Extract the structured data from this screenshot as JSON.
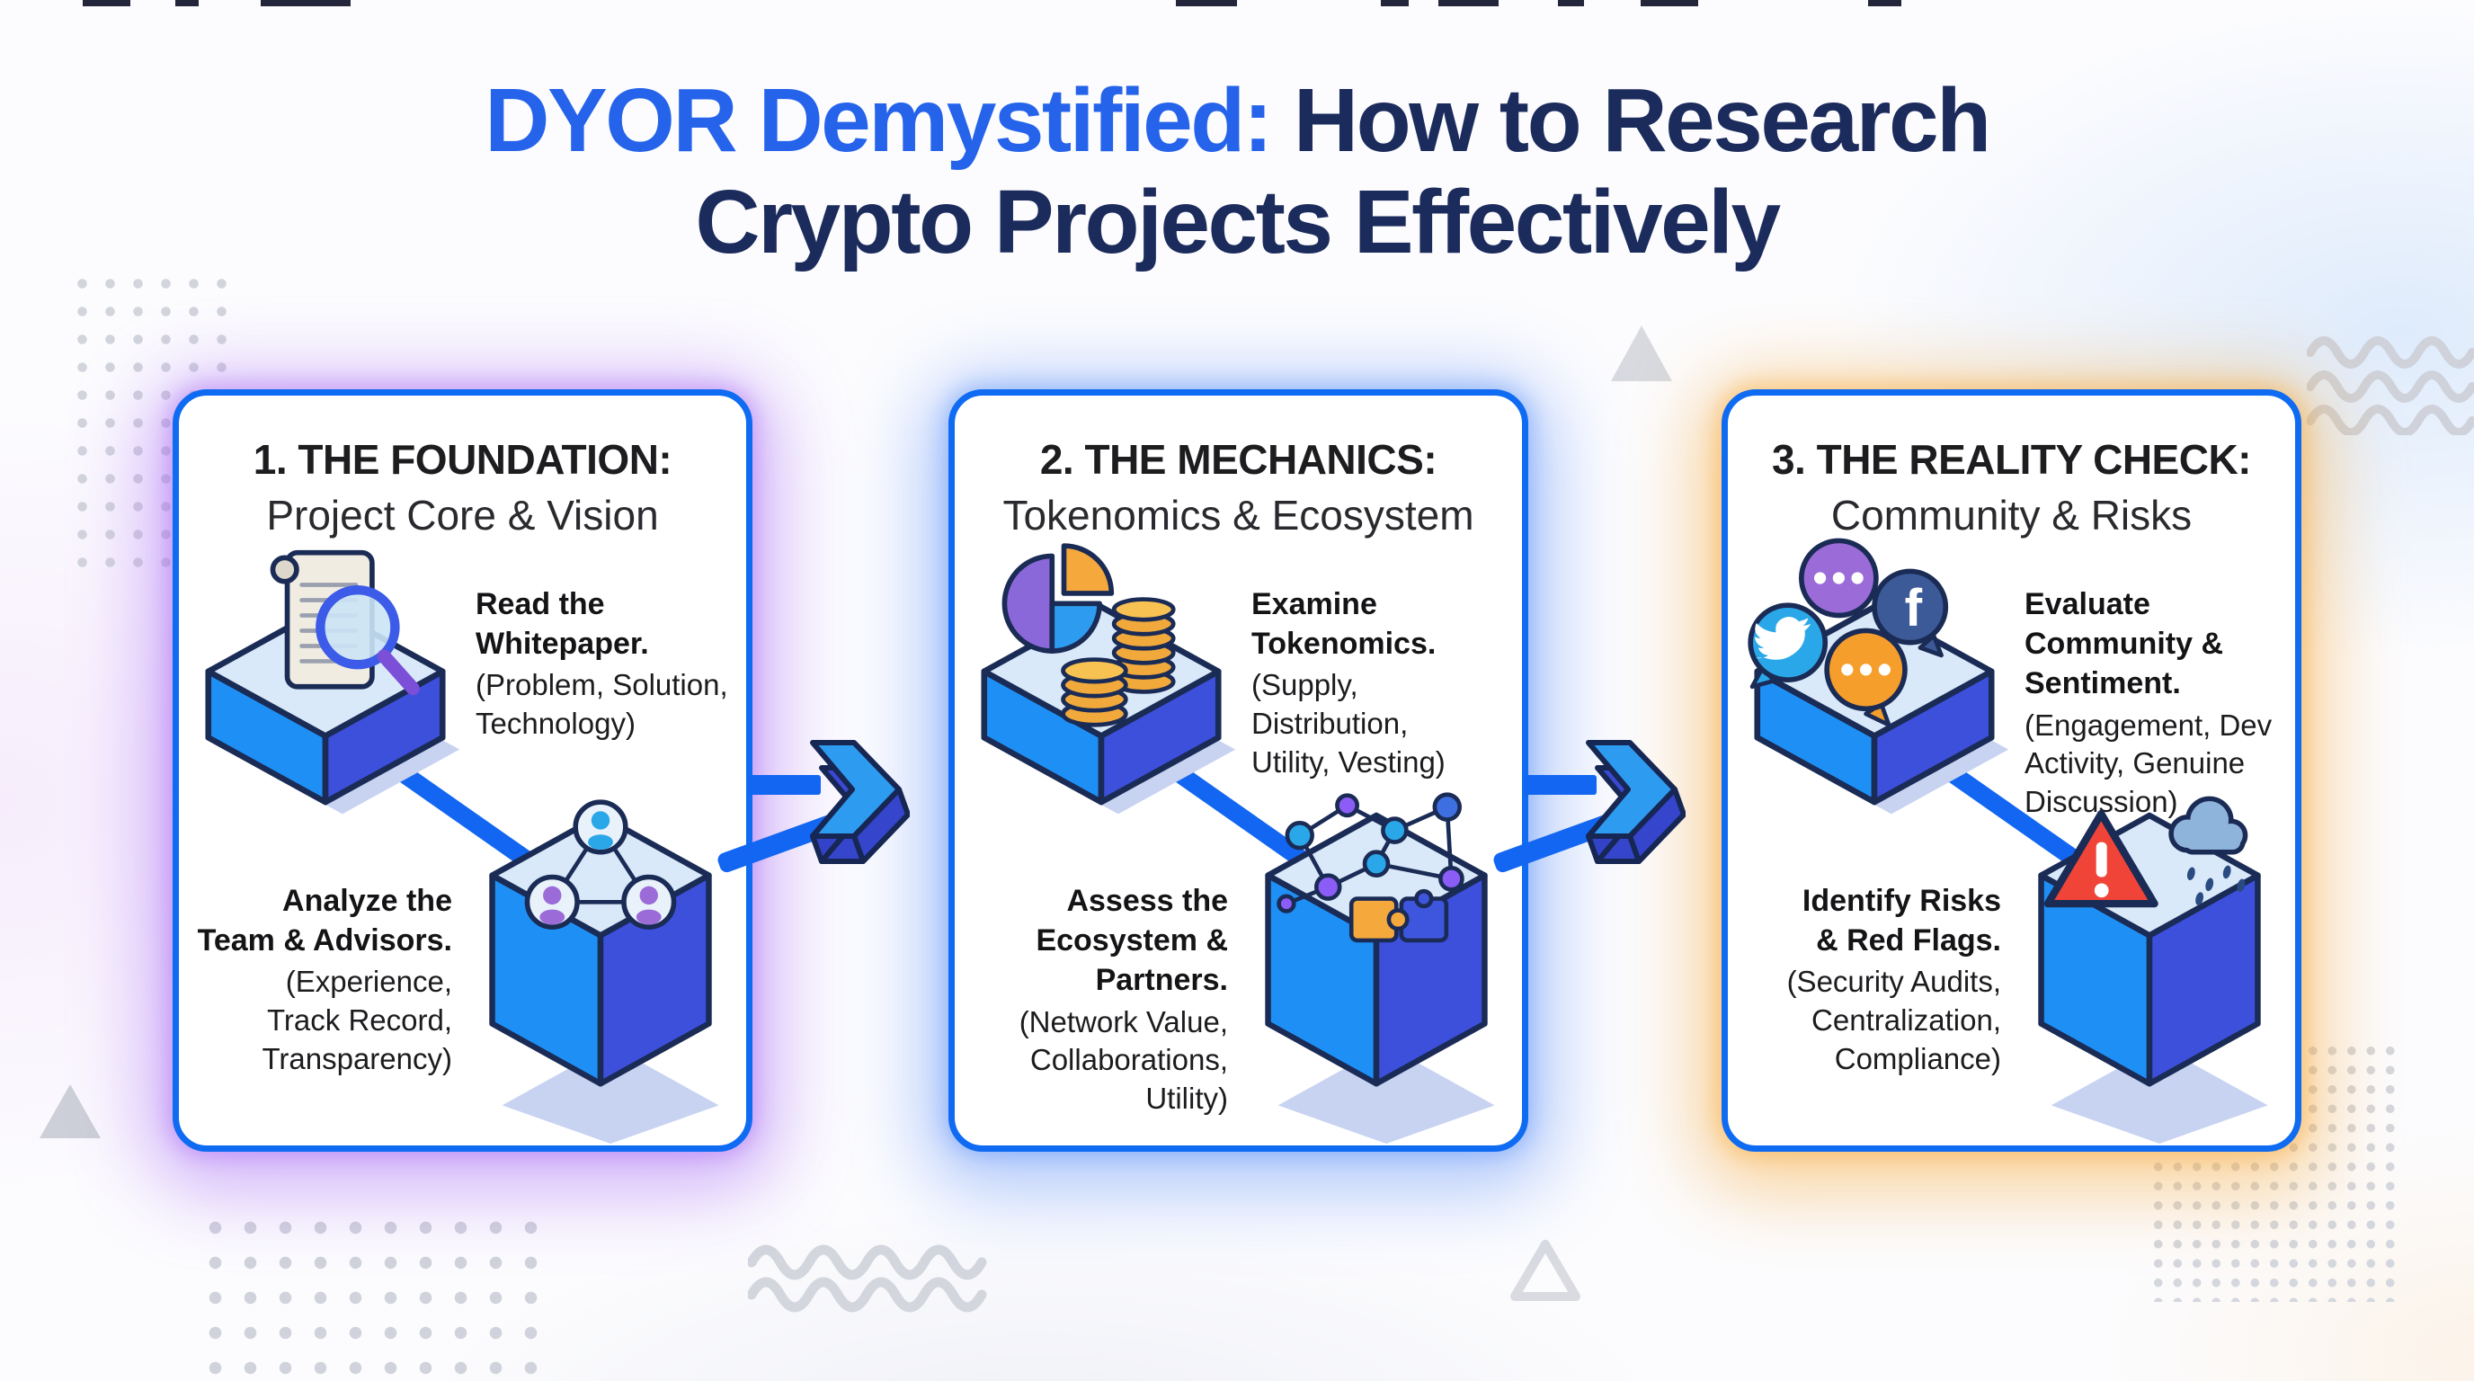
{
  "title": {
    "highlight": "DYOR Demystified:",
    "rest_line1": "How to Research",
    "line2": "Crypto Projects Effectively"
  },
  "cards": [
    {
      "heading_bold": "1. THE FOUNDATION:",
      "heading_sub": "Project Core & Vision",
      "glow_color": "#A55BF5",
      "items": [
        {
          "bold": "Read the\nWhitepaper.",
          "detail": "(Problem, Solution,\nTechnology)",
          "icon": "scroll-magnifier-icon"
        },
        {
          "bold": "Analyze the\nTeam & Advisors.",
          "detail": "(Experience,\nTrack Record,\nTransparency)",
          "icon": "team-network-icon"
        }
      ]
    },
    {
      "heading_bold": "2. THE MECHANICS:",
      "heading_sub": "Tokenomics & Ecosystem",
      "glow_color": "#3F7EF8",
      "items": [
        {
          "bold": "Examine\nTokenomics.",
          "detail": "(Supply, Distribution,\nUtility, Vesting)",
          "icon": "pie-chart-coins-icon"
        },
        {
          "bold": "Assess the\nEcosystem &\nPartners.",
          "detail": "(Network Value,\nCollaborations,\nUtility)",
          "icon": "network-puzzle-icon"
        }
      ]
    },
    {
      "heading_bold": "3. THE REALITY CHECK:",
      "heading_sub": "Community & Risks",
      "glow_color": "#F7A630",
      "items": [
        {
          "bold": "Evaluate\nCommunity &\nSentiment.",
          "detail": "(Engagement, Dev\nActivity, Genuine\nDiscussion)",
          "icon": "social-chat-bubbles-icon"
        },
        {
          "bold": "Identify Risks\n& Red Flags.",
          "detail": "(Security Audits,\nCentralization,\nCompliance)",
          "icon": "warning-rain-cloud-icon"
        }
      ]
    }
  ],
  "connectors": {
    "between_cards": "arrow-chevron-icon"
  },
  "colors": {
    "card_border": "#0E6BF2",
    "connector_blue": "#1266F1",
    "title_highlight": "#2563EB",
    "title_main": "#1B2B5C",
    "cube_top": "#D9E9FA",
    "cube_left": "#1E90F5",
    "cube_right": "#3D50DC",
    "outline_navy": "#1A2B55",
    "glow_card1": "#A55BF5",
    "glow_card2": "#3F7EF8",
    "glow_card3": "#F7A630"
  }
}
